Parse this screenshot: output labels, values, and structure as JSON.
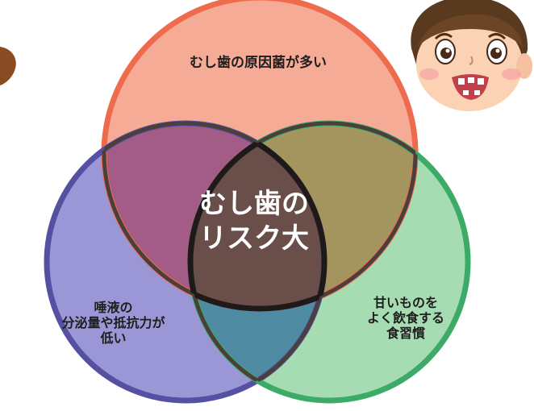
{
  "diagram": {
    "top_circle": {
      "label": "むし歯の原因菌が多い",
      "color": "#ef6b4e"
    },
    "left_circle": {
      "lines": [
        "唾液の",
        "分泌量や抵抗力が",
        "低い"
      ],
      "color": "#5650a3"
    },
    "right_circle": {
      "lines": [
        "甘いものを",
        "よく飲食する",
        "食習慣"
      ],
      "color": "#3dab68"
    },
    "center": {
      "lines": [
        "むし歯の",
        "リスク大"
      ]
    }
  },
  "icons": [
    "worried-boy-face-icon",
    "hair-fragment-icon"
  ]
}
